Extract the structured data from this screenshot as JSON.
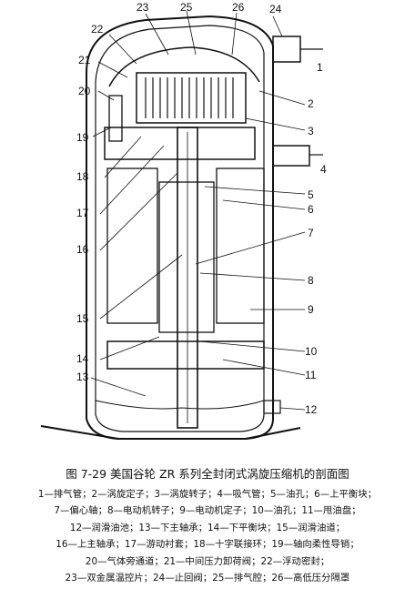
{
  "callouts": [
    "1",
    "2",
    "3",
    "4",
    "5",
    "6",
    "7",
    "8",
    "9",
    "10",
    "11",
    "12",
    "13",
    "14",
    "15",
    "16",
    "17",
    "18",
    "19",
    "20",
    "21",
    "22",
    "23",
    "24",
    "25",
    "26"
  ],
  "caption": "图 7-29   美国谷轮 ZR 系列全封闭式涡旋压缩机的剖面图",
  "legend_lines": [
    "1—排气管；2—涡旋定子；3—涡旋转子；4—吸气管；5—油孔；6—上平衡块；",
    "7—偏心轴；8—电动机转子；9—电动机定子；10—油孔；11—甩油盘；",
    "12—润滑油池；13—下主轴承；14—下平衡块；15—润滑油道；",
    "16—上主轴承；17—游动衬套；18—十字联接环；19—轴向柔性导销；",
    "20—气体旁通道；21—中间压力卸荷阀；22—浮动密封；",
    "23—双金属温控片；24—止回阀；25—排气腔；26—高低压分隔罩"
  ]
}
